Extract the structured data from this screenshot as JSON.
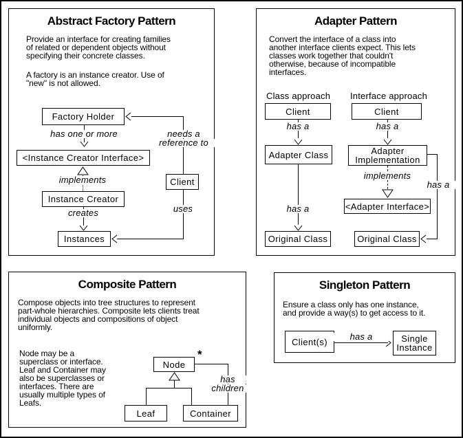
{
  "abstract_factory": {
    "title": "Abstract Factory Pattern",
    "desc": [
      "Provide an interface for creating families",
      "of related or dependent objects without",
      "specifying their concrete classes."
    ],
    "desc2": [
      "A factory is an instance creator. Use of",
      "\"new\" is not allowed."
    ],
    "boxes": {
      "factory_holder": "Factory Holder",
      "instance_creator_interface": "<Instance Creator Interface>",
      "instance_creator": "Instance Creator",
      "instances": "Instances",
      "client": "Client"
    },
    "labels": {
      "has_one_or_more": "has one or more",
      "needs_a": "needs a",
      "reference_to": "reference to",
      "implements": "implements",
      "creates": "creates",
      "uses": "uses"
    }
  },
  "adapter": {
    "title": "Adapter Pattern",
    "desc": [
      "Convert the interface of a class into",
      "another interface clients expect. This lets",
      "classes work together that couldn't",
      "otherwise, because of incompatible",
      "interfaces."
    ],
    "col_left": "Class approach",
    "col_right": "Interface approach",
    "boxes": {
      "client_left": "Client",
      "client_right": "Client",
      "adapter_class": "Adapter Class",
      "adapter_impl_line1": "Adapter",
      "adapter_impl_line2": "Implementation",
      "adapter_interface": "<Adapter Interface>",
      "original_left": "Original Class",
      "original_right": "Original Class"
    },
    "labels": {
      "has_a": "has a",
      "implements": "implements"
    }
  },
  "composite": {
    "title": "Composite Pattern",
    "desc": [
      "Compose objects into tree structures to represent",
      "part-whole hierarchies. Composite lets clients treat",
      "individual objects and compositions of object",
      "uniformly."
    ],
    "note": [
      "Node may be a",
      "superclass or interface.",
      "Leaf and Container may",
      "also be superclasses or",
      "interfaces. There are",
      "usually multiple types of",
      "Leafs."
    ],
    "boxes": {
      "node": "Node",
      "leaf": "Leaf",
      "container": "Container"
    },
    "labels": {
      "multiplicity": "*",
      "has": "has",
      "children": "children"
    }
  },
  "singleton": {
    "title": "Singleton Pattern",
    "desc": [
      "Ensure a class only has one instance,",
      "and provide a way(s) to get access to it."
    ],
    "boxes": {
      "clients": "Client(s)",
      "single_instance_line1": "Single",
      "single_instance_line2": "Instance"
    },
    "labels": {
      "has_a": "has a"
    }
  }
}
